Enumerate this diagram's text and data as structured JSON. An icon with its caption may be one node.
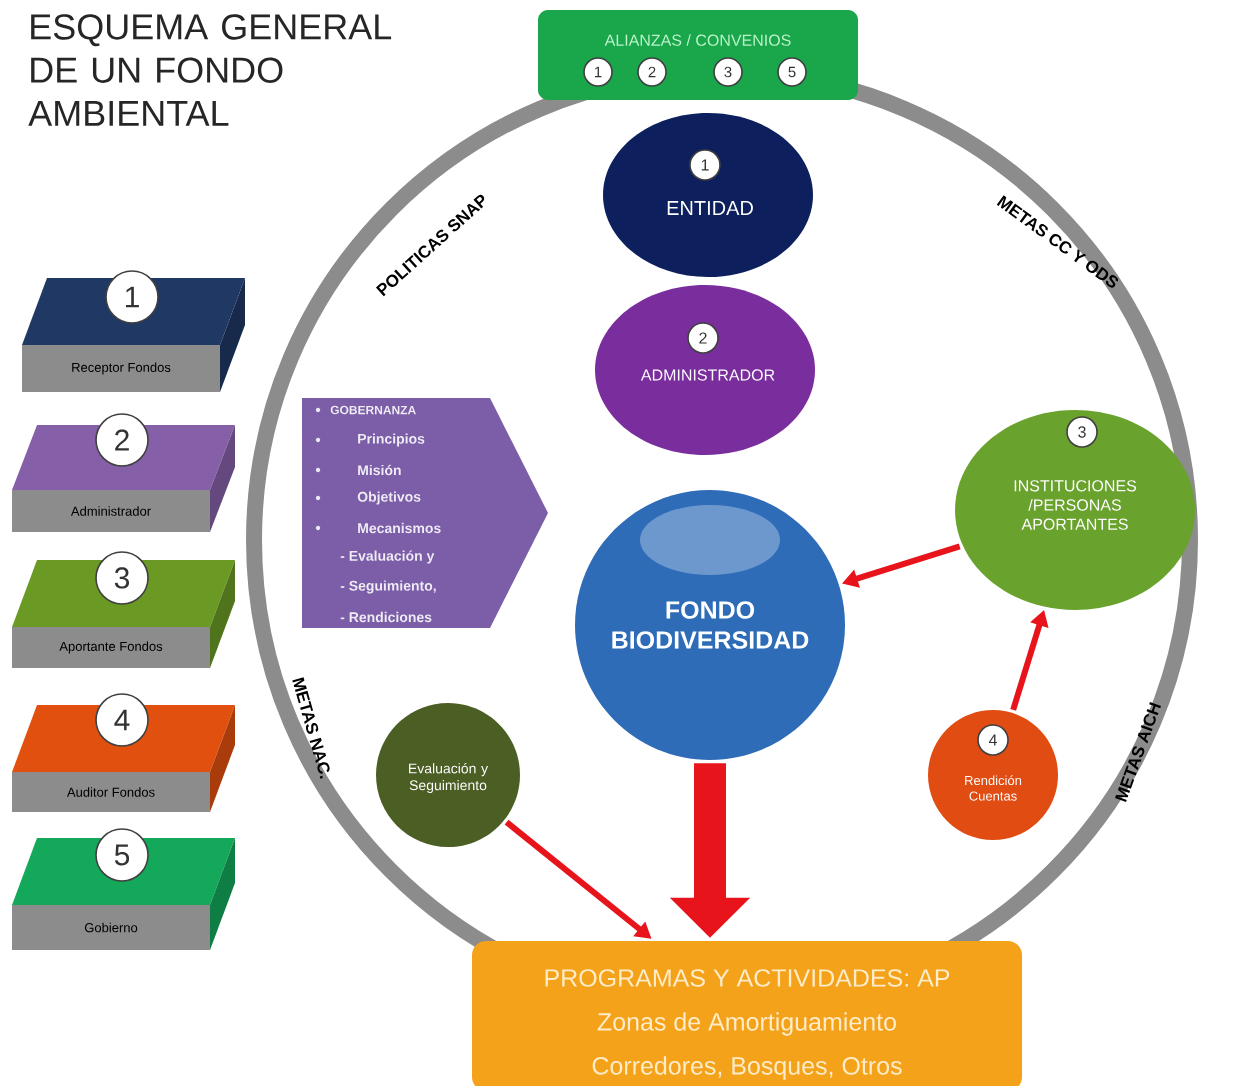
{
  "diagram": {
    "title": "ESQUEMA GENERAL DE UN FONDO AMBIENTAL",
    "nodes": [
      {
        "text": [
          "ALIANZAS / CONVENIOS",
          "1",
          "2",
          "3",
          "5"
        ]
      },
      {
        "text": [
          "1",
          "ENTIDAD"
        ]
      },
      {
        "text": [
          "2",
          "ADMINISTRADOR"
        ]
      },
      {
        "text": [
          "GOBERNANZA",
          "Principios",
          "Misión",
          "Objetivos",
          "Mecanismos",
          "- Evaluación y",
          "- Seguimiento,",
          "- Rendiciones"
        ]
      },
      {
        "text": [
          "FONDO BIODIVERSIDAD"
        ]
      },
      {
        "text": [
          "3",
          "INSTITUCIONES /PERSONAS APORTANTES"
        ]
      },
      {
        "text": [
          "Evaluación y Seguimiento"
        ]
      },
      {
        "text": [
          "4",
          "Rendición Cuentas"
        ]
      },
      {
        "text": [
          "PROGRAMAS Y ACTIVIDADES: AP",
          "Zonas de Amortiguamiento",
          "Corredores, Bosques, Otros"
        ]
      },
      {
        "text": [
          "1",
          "Receptor Fondos"
        ]
      },
      {
        "text": [
          "2",
          "Administrador"
        ]
      },
      {
        "text": [
          "3",
          "Aportante Fondos"
        ]
      },
      {
        "text": [
          "4",
          "Auditor Fondos"
        ]
      },
      {
        "text": [
          "5",
          "Gobierno"
        ]
      }
    ],
    "edges": [
      {
        "from": 5,
        "to": 4,
        "arrow": "to"
      },
      {
        "from": 7,
        "to": 5,
        "arrow": "to"
      },
      {
        "from": 6,
        "to": 8,
        "arrow": "to"
      },
      {
        "from": 4,
        "to": 8,
        "arrow": "to",
        "style": "thick"
      }
    ],
    "labels": [
      "POLITICAS SNAP",
      "METAS CC Y ODS",
      "METAS NAC.",
      "METAS AICH"
    ]
  }
}
